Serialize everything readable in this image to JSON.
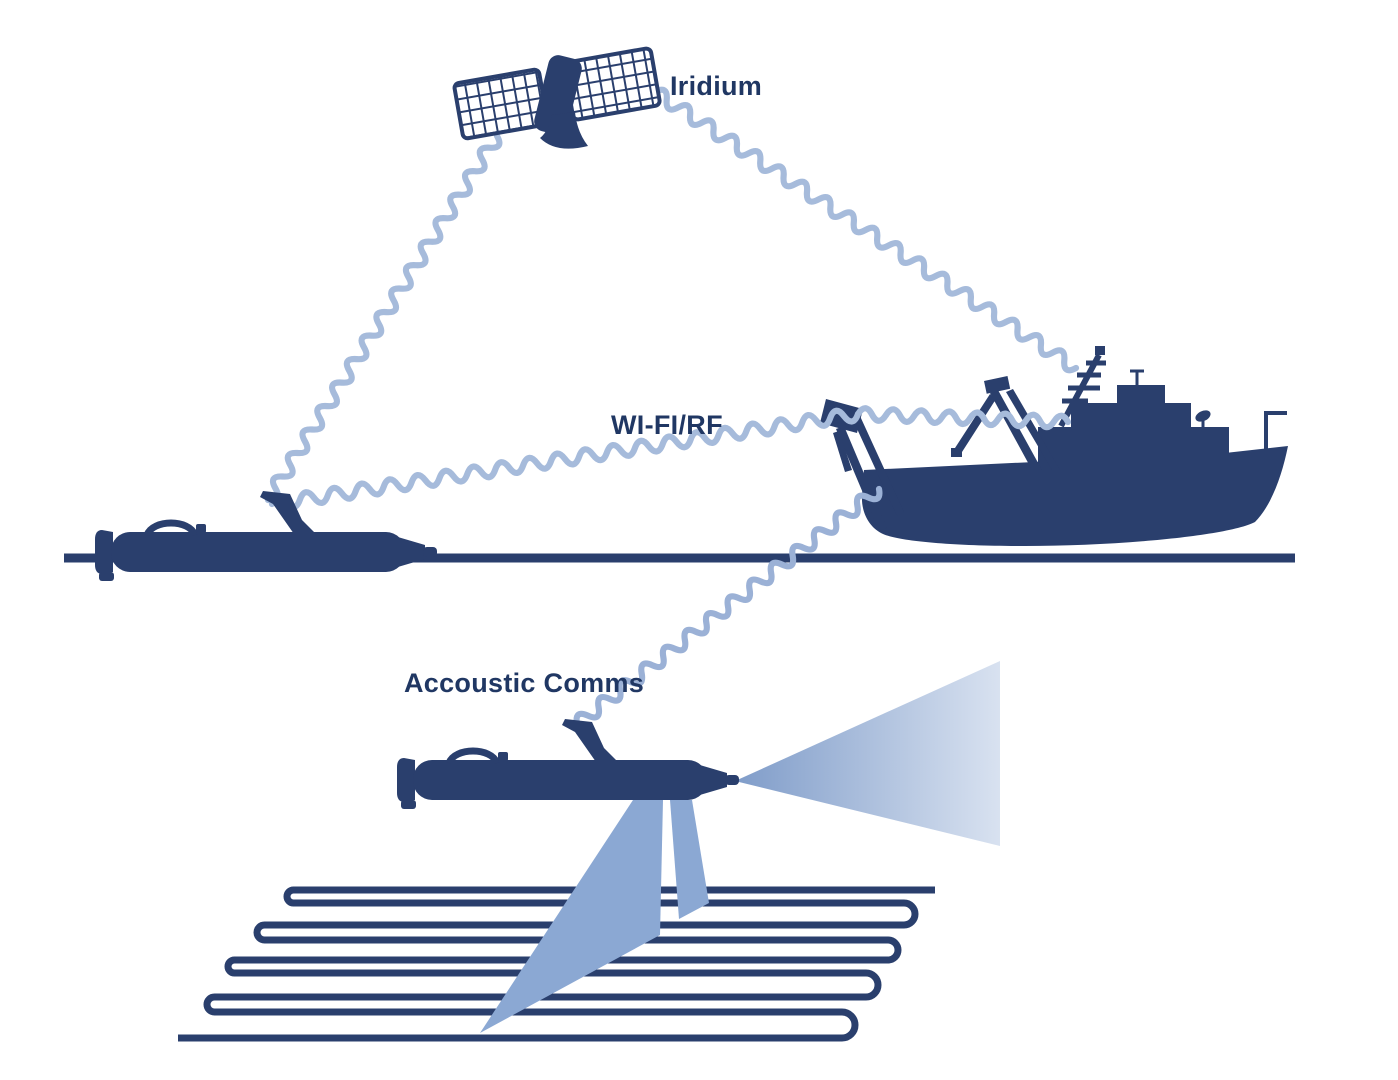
{
  "diagram": {
    "type": "auv-communications-diagram",
    "labels": {
      "satellite_link": "Iridium",
      "surface_link": "WI-FI/RF",
      "underwater_link": "Accoustic Comms"
    },
    "icons": {
      "satellite": "iridium-satellite-icon",
      "ship": "research-vessel-icon",
      "surface_vehicle": "surface-auv-icon",
      "underwater_vehicle": "underwater-auv-icon",
      "sonar_cone": "sonar-beam-cone",
      "down_beams": "sonar-down-beams",
      "survey_track": "lawnmower-survey-pattern",
      "water": "water-surface-line"
    },
    "colors": {
      "navy": "#2a3f6d",
      "text_navy": "#203763",
      "wave_light": "#a6bbdb",
      "wave_medium": "#9bb1d6",
      "beam_blue": "#8ba8d3",
      "cone_gradient_start": "#7f9cc9",
      "cone_gradient_end": "#dae3f1",
      "background": "#ffffff"
    }
  }
}
